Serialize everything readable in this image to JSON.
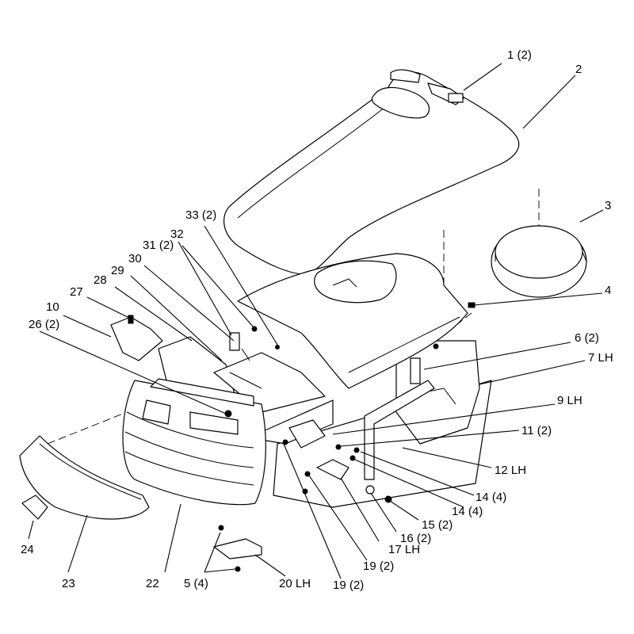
{
  "callouts": [
    {
      "id": "c1",
      "text": "1 (2)"
    },
    {
      "id": "c2",
      "text": "2"
    },
    {
      "id": "c3",
      "text": "3"
    },
    {
      "id": "c4",
      "text": "4"
    },
    {
      "id": "c6",
      "text": "6 (2)"
    },
    {
      "id": "c7",
      "text": "7 LH"
    },
    {
      "id": "c9",
      "text": "9 LH"
    },
    {
      "id": "c11",
      "text": "11 (2)"
    },
    {
      "id": "c12",
      "text": "12 LH"
    },
    {
      "id": "c14a",
      "text": "14 (4)"
    },
    {
      "id": "c14b",
      "text": "14 (4)"
    },
    {
      "id": "c15",
      "text": "15 (2)"
    },
    {
      "id": "c16",
      "text": "16 (2)"
    },
    {
      "id": "c17",
      "text": "17 LH"
    },
    {
      "id": "c19a",
      "text": "19 (2)"
    },
    {
      "id": "c19b",
      "text": "19 (2)"
    },
    {
      "id": "c20",
      "text": "20 LH"
    },
    {
      "id": "c5",
      "text": "5 (4)"
    },
    {
      "id": "c22",
      "text": "22"
    },
    {
      "id": "c23",
      "text": "23"
    },
    {
      "id": "c24",
      "text": "24"
    },
    {
      "id": "c26",
      "text": "26 (2)"
    },
    {
      "id": "c10",
      "text": "10"
    },
    {
      "id": "c27",
      "text": "27"
    },
    {
      "id": "c28",
      "text": "28"
    },
    {
      "id": "c29",
      "text": "29"
    },
    {
      "id": "c30",
      "text": "30"
    },
    {
      "id": "c31",
      "text": "31 (2)"
    },
    {
      "id": "c32",
      "text": "32"
    },
    {
      "id": "c33",
      "text": "33 (2)"
    }
  ]
}
